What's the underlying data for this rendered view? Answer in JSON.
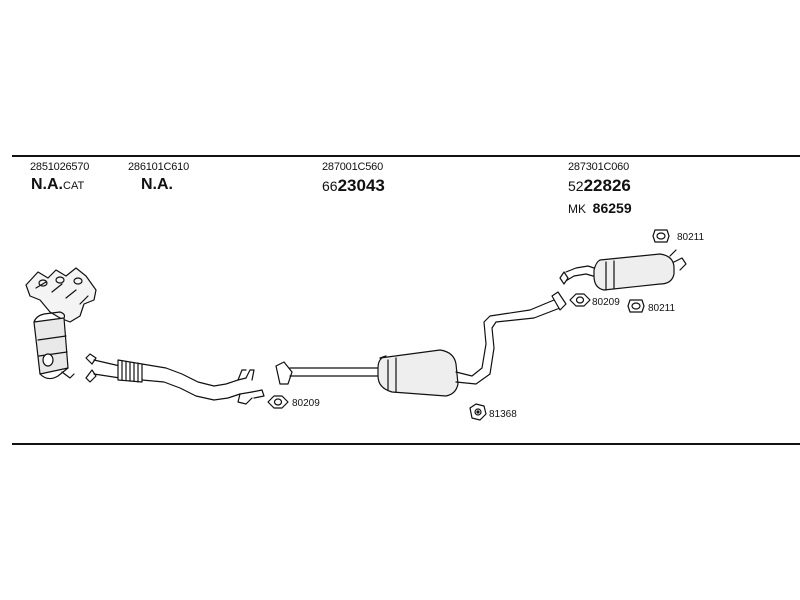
{
  "columns": [
    {
      "part_number": "2851026570",
      "code_a": "N.A.",
      "code_b": "CAT"
    },
    {
      "part_number": "286101C610",
      "code_a": "N.A."
    },
    {
      "part_number": "287001C560",
      "prefix": "66",
      "code": "23043"
    },
    {
      "part_number": "287301C060",
      "prefix": "52",
      "code": "22826",
      "kit_prefix": "MK",
      "kit_code": "86259"
    }
  ],
  "small_parts": [
    {
      "number": "80211",
      "icon": "rubber-hanger-icon"
    },
    {
      "number": "80209",
      "icon": "gasket-icon"
    },
    {
      "number": "80211",
      "icon": "rubber-hanger-icon"
    },
    {
      "number": "80209",
      "icon": "gasket-icon"
    },
    {
      "number": "81368",
      "icon": "rubber-mount-icon"
    }
  ]
}
